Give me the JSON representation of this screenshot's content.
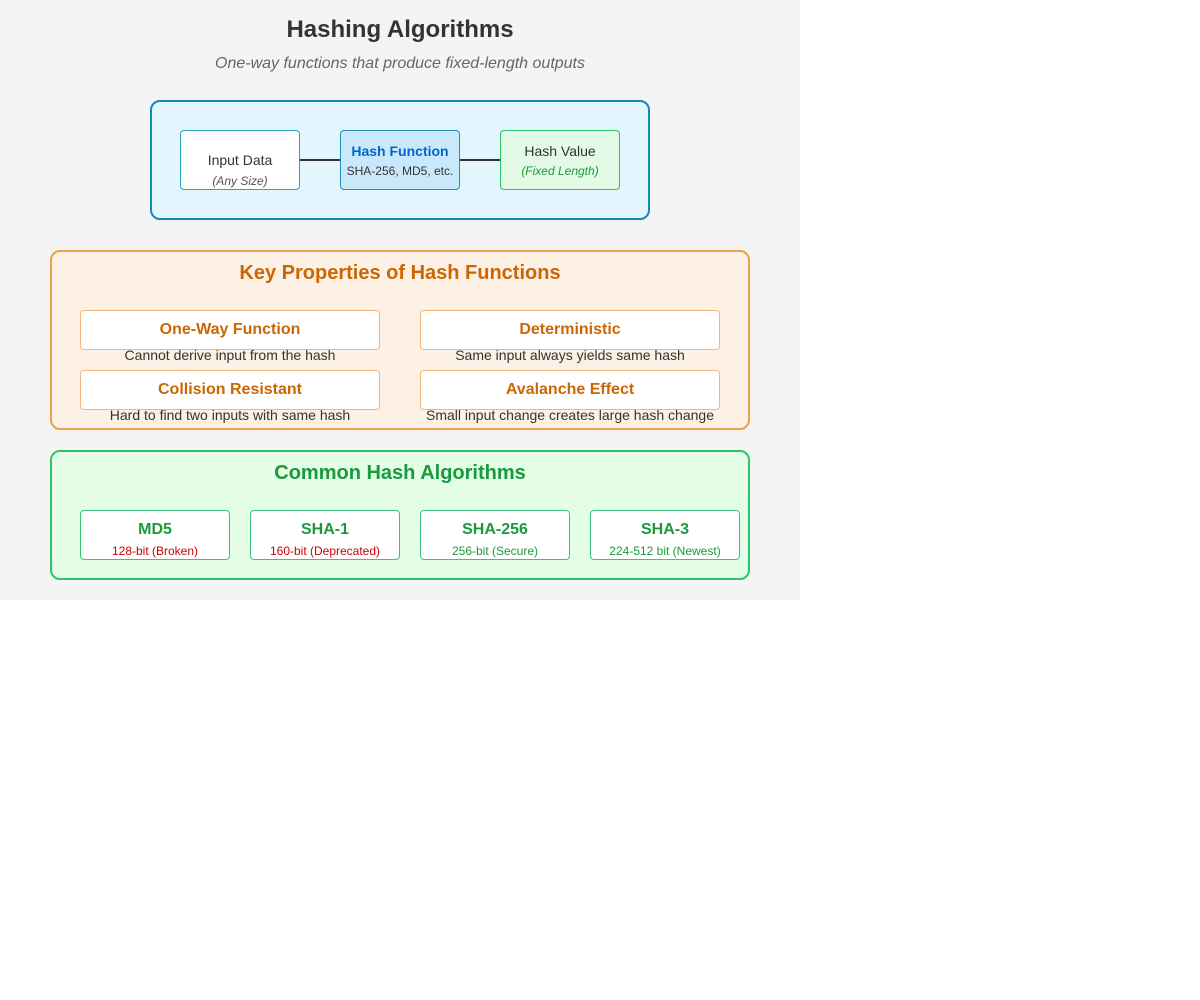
{
  "header": {
    "title": "Hashing Algorithms",
    "subtitle": "One-way functions that produce fixed-length outputs"
  },
  "flow": {
    "input": {
      "label": "Input Data",
      "sub": "(Any Size)"
    },
    "hash": {
      "label": "Hash Function",
      "sub": "SHA-256, MD5, etc."
    },
    "output": {
      "label": "Hash Value",
      "sub": "(Fixed Length)"
    }
  },
  "properties": {
    "title": "Key Properties of Hash Functions",
    "items": [
      {
        "title": "One-Way Function",
        "desc": "Cannot derive input from the hash"
      },
      {
        "title": "Deterministic",
        "desc": "Same input always yields same hash"
      },
      {
        "title": "Collision Resistant",
        "desc": "Hard to find two inputs with same hash"
      },
      {
        "title": "Avalanche Effect",
        "desc": "Small input change creates large hash change"
      }
    ]
  },
  "algorithms": {
    "title": "Common Hash Algorithms",
    "items": [
      {
        "name": "MD5",
        "spec": "128-bit (Broken)",
        "status_color": "#cc0000"
      },
      {
        "name": "SHA-1",
        "spec": "160-bit (Deprecated)",
        "status_color": "#cc0000"
      },
      {
        "name": "SHA-256",
        "spec": "256-bit (Secure)",
        "status_color": "#1a9a3c"
      },
      {
        "name": "SHA-3",
        "spec": "224-512 bit (Newest)",
        "status_color": "#1a9a3c"
      }
    ]
  },
  "colors": {
    "flow_accent": "#118ab9",
    "properties_accent": "#cc6600",
    "algorithms_accent": "#1a9a3c",
    "hash_function_label": "#0066cc"
  }
}
